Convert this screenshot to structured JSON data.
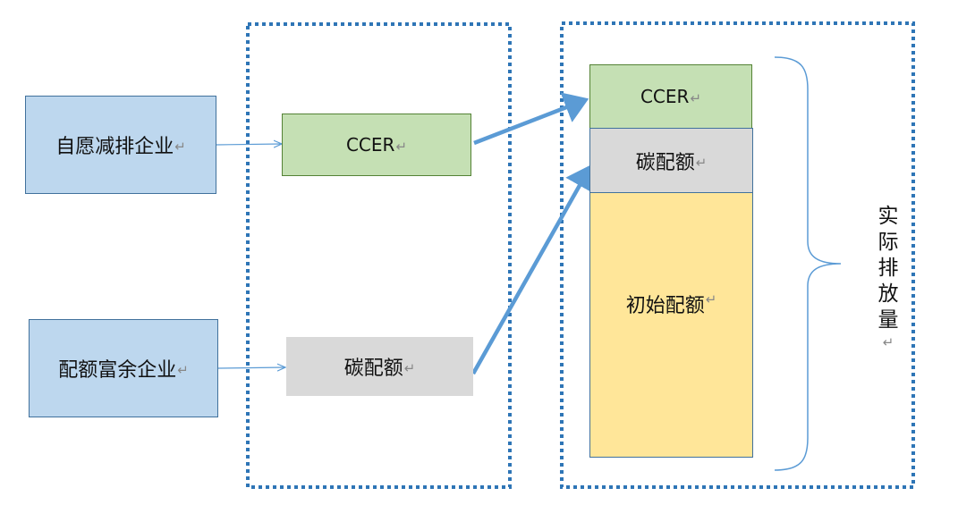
{
  "companies": {
    "voluntary": "自愿减排企业",
    "surplus": "配额富余企业"
  },
  "middle": {
    "ccer": "CCER",
    "carbon": "碳配额"
  },
  "stack": {
    "ccer": "CCER",
    "carbon": "碳配额",
    "initial": "初始配额"
  },
  "actual_emissions_label": "实际排放量",
  "colors": {
    "company_fill": "#bdd7ee",
    "company_border": "#41719c",
    "ccer_fill": "#c5e0b4",
    "ccer_border": "#548235",
    "carbon_fill": "#d9d9d9",
    "initial_fill": "#ffe699",
    "dotted_border": "#2e75b6",
    "arrow": "#5b9bd5"
  }
}
